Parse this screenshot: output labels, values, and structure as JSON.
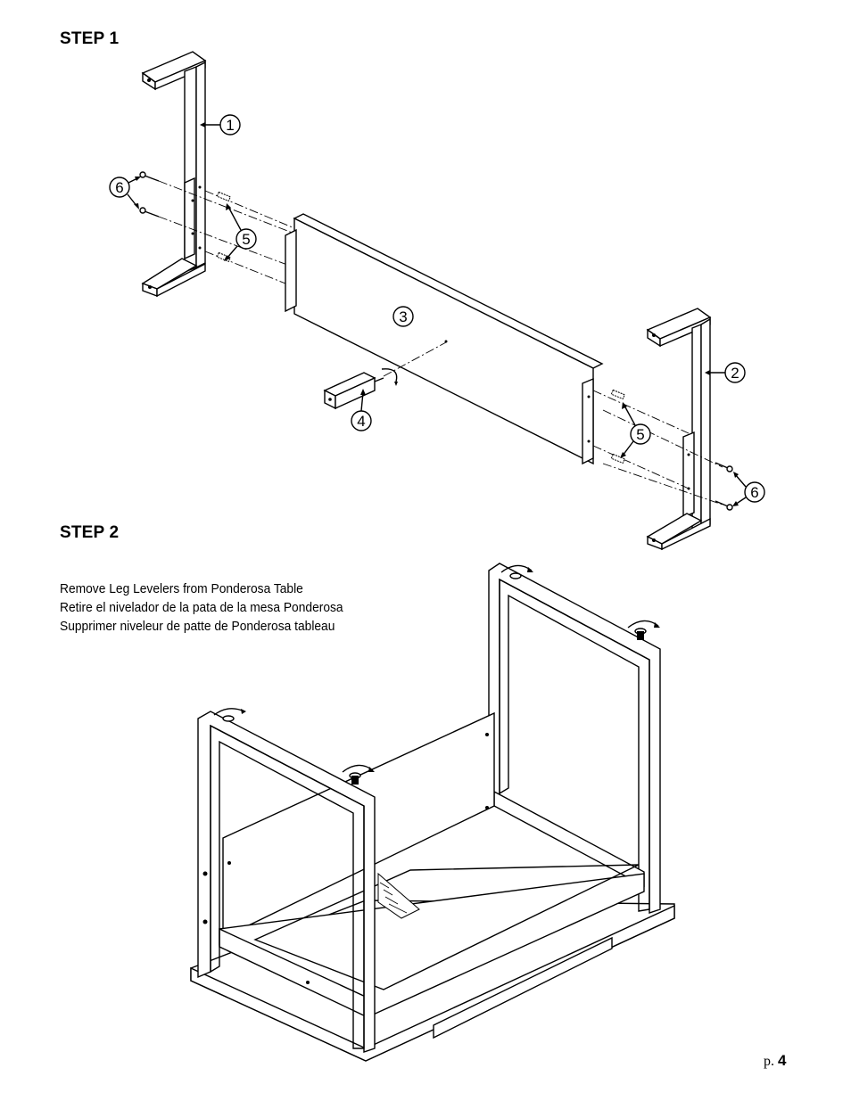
{
  "step1": {
    "title": "STEP 1"
  },
  "step2": {
    "title": "STEP 2",
    "instructions": [
      "Remove Leg Levelers from Ponderosa Table",
      "Retire el nivelador de la pata de la mesa Ponderosa",
      "Supprimer niveleur de patte de Ponderosa tableau"
    ]
  },
  "callouts": {
    "leg_left": "1",
    "leg_right": "2",
    "panel": "3",
    "leveler": "4",
    "dowels_left": "5",
    "dowels_right": "5",
    "screws_left": "6",
    "screws_right": "6"
  },
  "footer": {
    "page_prefix": "p.",
    "page_number": "4"
  }
}
